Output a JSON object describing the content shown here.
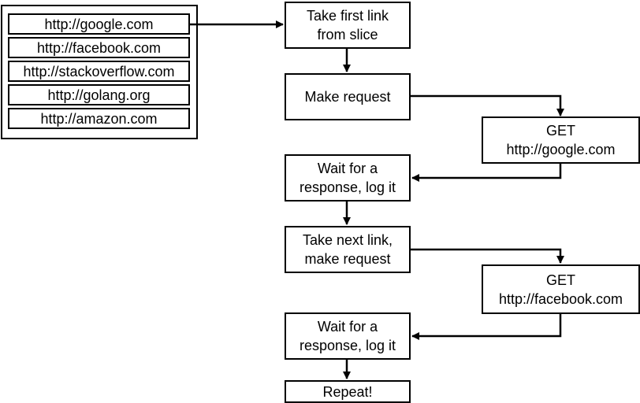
{
  "link_slice": {
    "items": [
      "http://google.com",
      "http://facebook.com",
      "http://stackoverflow.com",
      "http://golang.org",
      "http://amazon.com"
    ]
  },
  "flow": {
    "take_first_link": "Take first link\nfrom slice",
    "make_request": "Make request",
    "get_google": "GET\nhttp://google.com",
    "wait_response_1": "Wait for a\nresponse, log it",
    "take_next_link": "Take next link,\nmake request",
    "get_facebook": "GET\nhttp://facebook.com",
    "wait_response_2": "Wait for a\nresponse, log it",
    "repeat": "Repeat!"
  }
}
